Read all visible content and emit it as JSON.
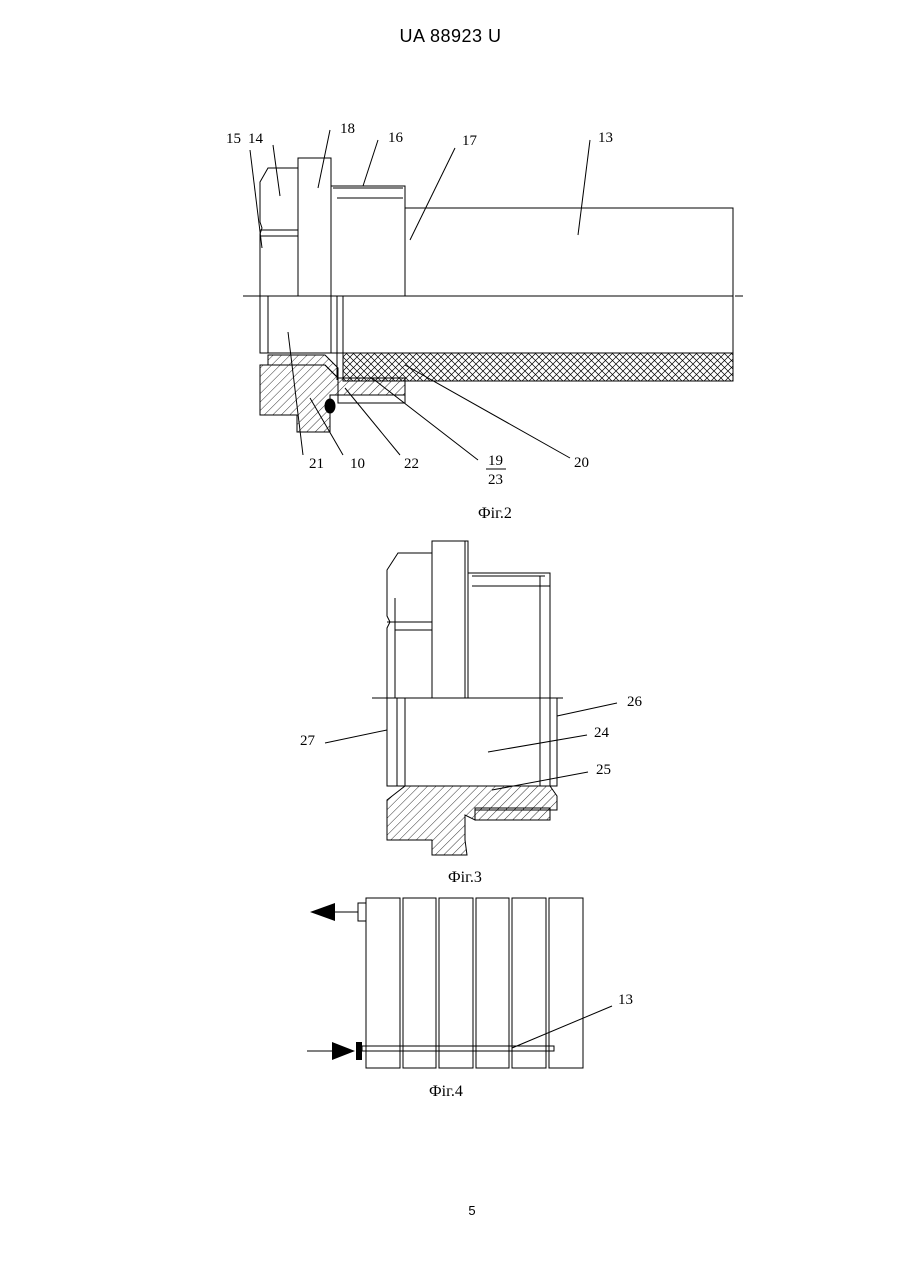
{
  "header": {
    "patent_number": "UA   88923   U"
  },
  "page_number": "5",
  "figures": [
    {
      "caption": "Фіг.2",
      "labels": [
        "15",
        "14",
        "18",
        "16",
        "17",
        "13",
        "21",
        "10",
        "22",
        "20"
      ],
      "fraction_label": {
        "numerator": "19",
        "denominator": "23"
      }
    },
    {
      "caption": "Фіг.3",
      "labels": [
        "26",
        "27",
        "24",
        "25"
      ]
    },
    {
      "caption": "Фіг.4",
      "labels": [
        "13"
      ]
    }
  ]
}
